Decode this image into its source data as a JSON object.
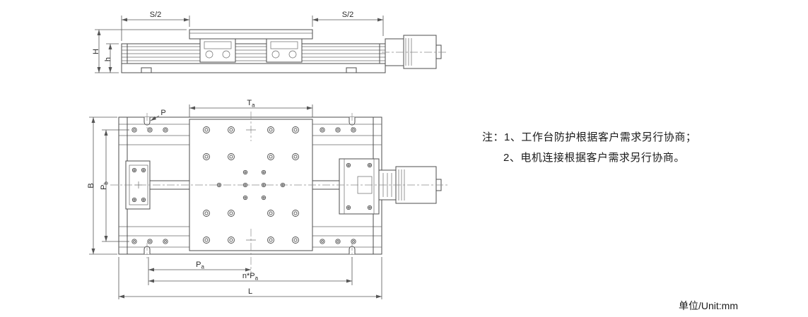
{
  "page": {
    "background": "#ffffff"
  },
  "notes": {
    "line1": "注：1、工作台防护根据客户需求另行协商；",
    "line2": "2、电机连接根据客户需求另行协商。"
  },
  "unit_label": "单位/Unit:mm",
  "dimensions": {
    "s2_left": "S/2",
    "s2_right": "S/2",
    "height_outer": "H",
    "height_inner": "h",
    "table_width": {
      "base": "T",
      "sub": "a"
    },
    "slot": "P",
    "body_width": "B",
    "pitch_width": {
      "base": "P",
      "sub": "b"
    },
    "pitch_length": {
      "base": "P",
      "sub": "a"
    },
    "pitch_total": {
      "base": "n*P",
      "sub": "a"
    },
    "length": "L"
  },
  "colors": {
    "line": "#4d4d4d",
    "dim": "#565656",
    "text": "#1a1a1a"
  }
}
